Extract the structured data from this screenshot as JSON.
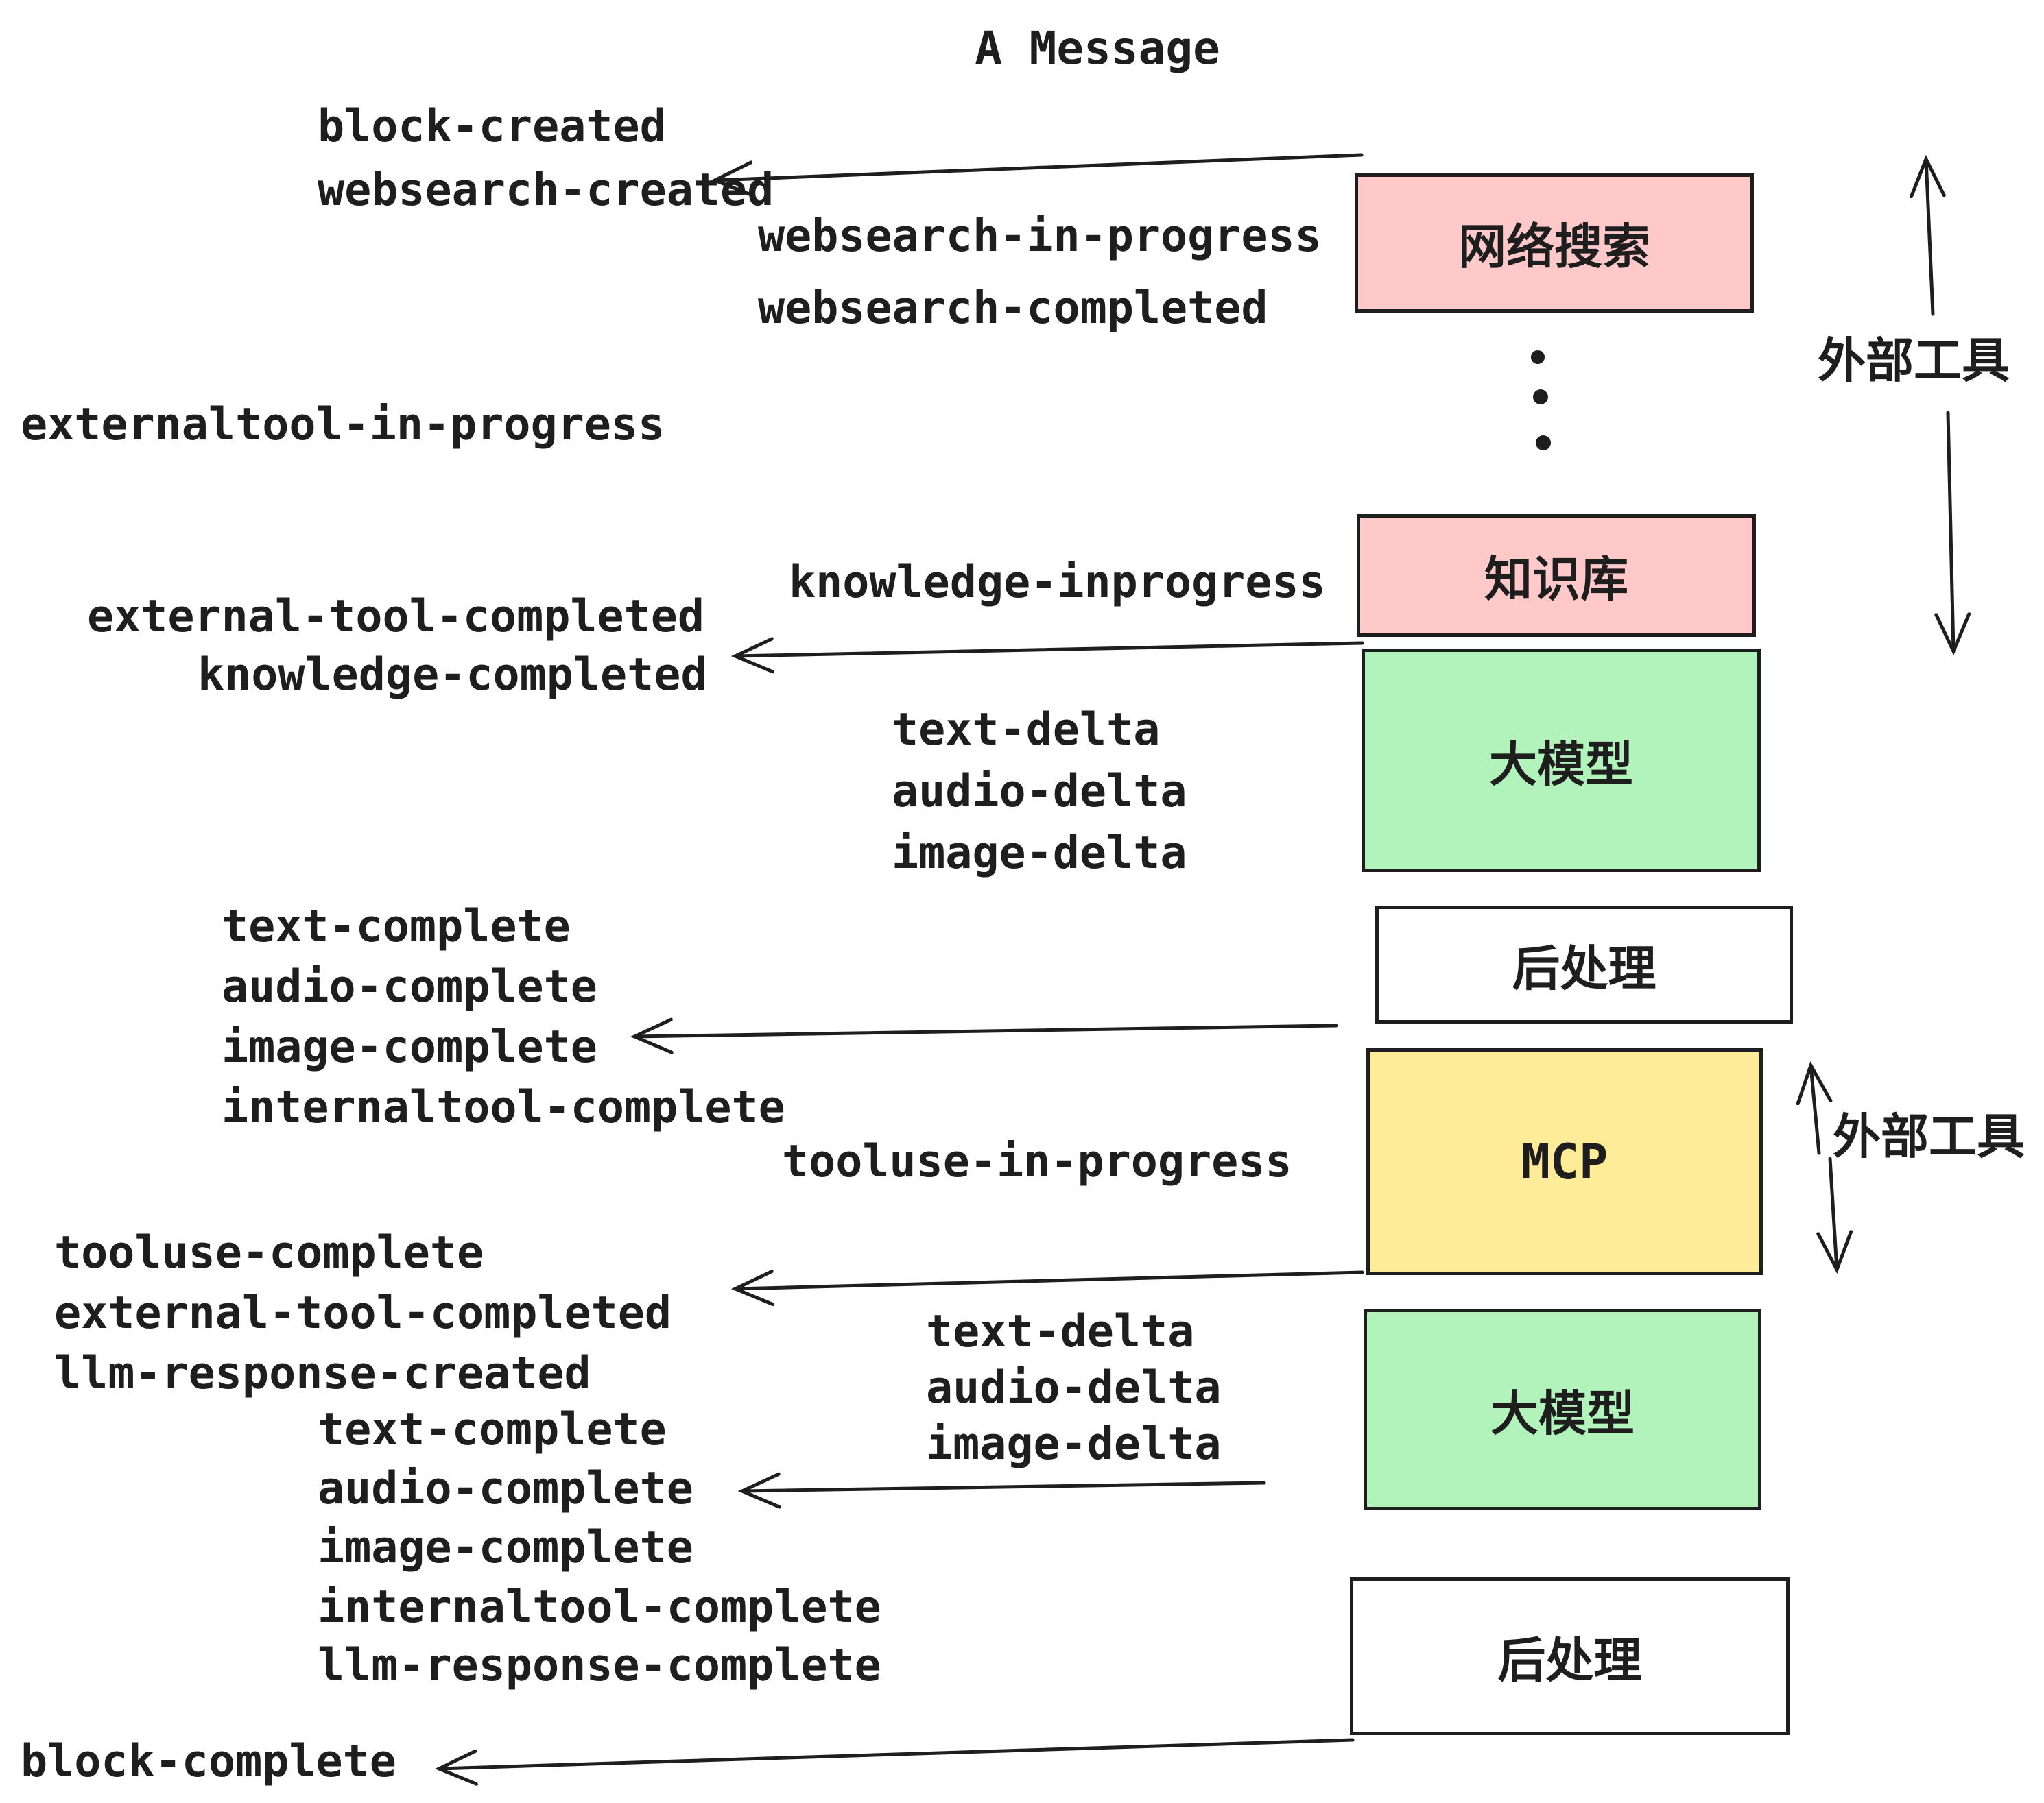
{
  "title": "A Message",
  "palette": {
    "background": "#ffffff",
    "stroke": "#1e1e1e",
    "box_pink": "#ffc9c9",
    "box_green": "#b2f2bb",
    "box_yellow": "#ffec99",
    "box_white": "#ffffff"
  },
  "boxes": [
    {
      "label": "网络搜索",
      "fill": "pink"
    },
    {
      "label": "知识库",
      "fill": "pink"
    },
    {
      "label": "大模型",
      "fill": "green"
    },
    {
      "label": "后处理",
      "fill": "white"
    },
    {
      "label": "MCP",
      "fill": "yellow"
    },
    {
      "label": "大模型",
      "fill": "green"
    },
    {
      "label": "后处理",
      "fill": "white"
    }
  ],
  "side_labels": [
    {
      "text": "外部工具"
    },
    {
      "text": "外部工具"
    }
  ],
  "ellipsis_dots": 3,
  "events": [
    {
      "text": "block-created"
    },
    {
      "text": "websearch-created"
    },
    {
      "text": "websearch-in-progress"
    },
    {
      "text": "websearch-completed"
    },
    {
      "text": "externaltool-in-progress"
    },
    {
      "text": "knowledge-inprogress"
    },
    {
      "text": "external-tool-completed"
    },
    {
      "text": "knowledge-completed"
    },
    {
      "text": "text-delta"
    },
    {
      "text": "audio-delta"
    },
    {
      "text": "image-delta"
    },
    {
      "text": "text-complete"
    },
    {
      "text": "audio-complete"
    },
    {
      "text": "image-complete"
    },
    {
      "text": "internaltool-complete"
    },
    {
      "text": "tooluse-in-progress"
    },
    {
      "text": "tooluse-complete"
    },
    {
      "text": "external-tool-completed"
    },
    {
      "text": "llm-response-created"
    },
    {
      "text": "text-delta"
    },
    {
      "text": "audio-delta"
    },
    {
      "text": "image-delta"
    },
    {
      "text": "text-complete"
    },
    {
      "text": "audio-complete"
    },
    {
      "text": "image-complete"
    },
    {
      "text": "internaltool-complete"
    },
    {
      "text": "llm-response-complete"
    },
    {
      "text": "block-complete"
    }
  ]
}
